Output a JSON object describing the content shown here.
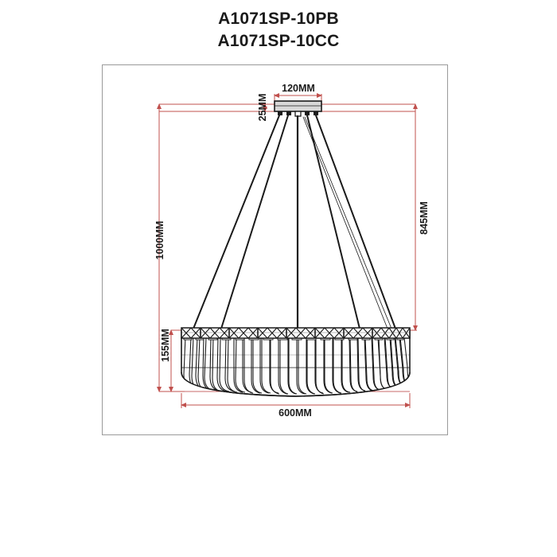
{
  "title": {
    "line1": "A1071SP-10PB",
    "line2": "A1071SP-10CC"
  },
  "dimensions": {
    "canopy_width": "120MM",
    "canopy_height": "25MM",
    "total_drop": "1000MM",
    "cable_drop": "845MM",
    "shade_height": "155MM",
    "shade_diameter": "600MM"
  },
  "colors": {
    "dimension_line": "#c0504d",
    "outline": "#1a1a1a",
    "frame": "#9a9a9a",
    "background": "#ffffff"
  },
  "drawing": {
    "product_type": "crystal-drum-pendant-chandelier",
    "view": "front-elevation",
    "canopy_label": "ceiling-canopy-plate",
    "cable_label": "suspension-cables",
    "shade_label": "crystal-drum-shade",
    "lattice_label": "top-rim-lattice-band"
  }
}
